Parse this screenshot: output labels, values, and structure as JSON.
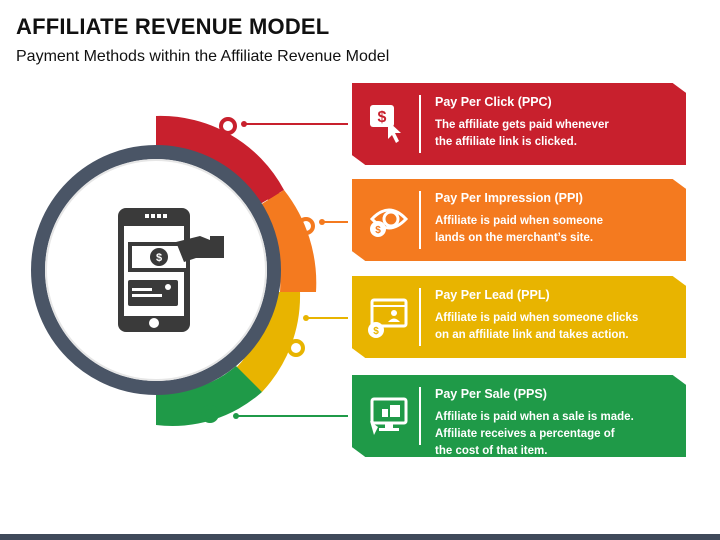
{
  "header": {
    "title": "AFFILIATE REVENUE MODEL",
    "subtitle": "Payment Methods within the Affiliate Revenue Model"
  },
  "colors": {
    "ppc": "#c8202d",
    "ppi": "#f47a1f",
    "ppl": "#e8b400",
    "pps": "#1f9a48",
    "ring": "#4a5566"
  },
  "cards": [
    {
      "title": "Pay Per Click (PPC)",
      "lines": [
        "The affiliate gets paid whenever",
        "the affiliate link is clicked."
      ],
      "icon": "click-dollar-icon"
    },
    {
      "title": "Pay Per Impression (PPI)",
      "lines": [
        "Affiliate is paid when someone",
        "lands on the merchant’s site."
      ],
      "icon": "eye-coin-icon"
    },
    {
      "title": "Pay Per Lead (PPL)",
      "lines": [
        "Affiliate is paid when someone clicks",
        "on an affiliate link and takes action."
      ],
      "icon": "browser-user-icon"
    },
    {
      "title": "Pay Per Sale (PPS)",
      "lines": [
        "Affiliate is paid when a sale is made.",
        "Affiliate receives a percentage of",
        "the cost of that item."
      ],
      "icon": "monitor-cart-icon"
    }
  ]
}
